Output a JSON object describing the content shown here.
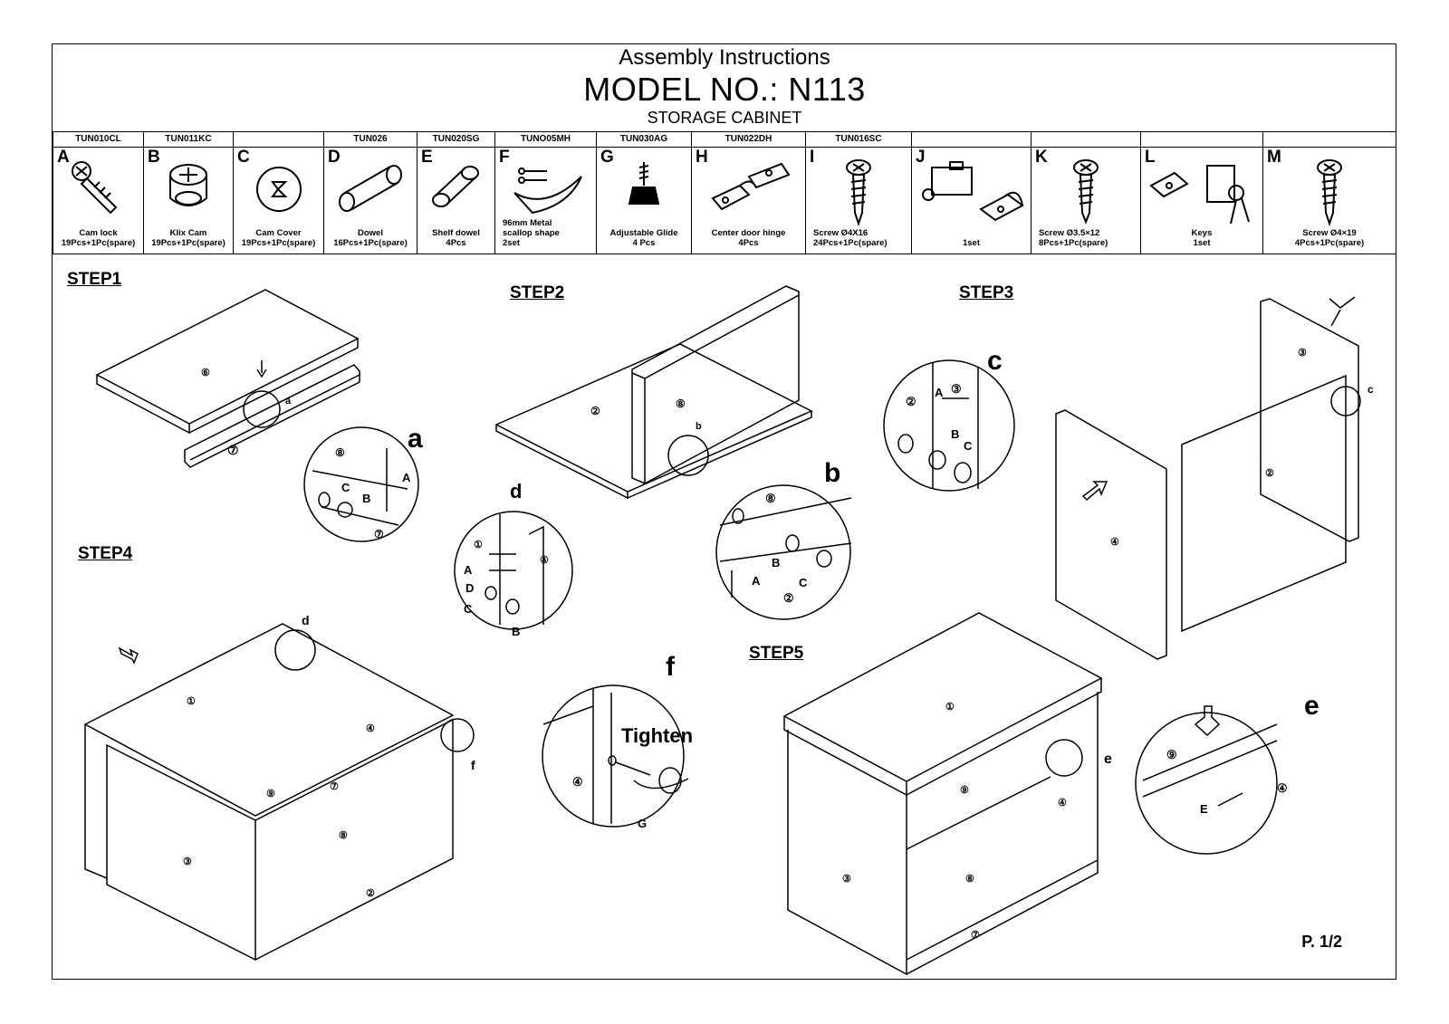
{
  "header": {
    "line1": "Assembly Instructions",
    "line2": "MODEL NO.: N113",
    "line3": "STORAGE CABINET"
  },
  "parts": [
    {
      "code": "TUN010CL",
      "letter": "A",
      "desc": "Cam lock\n19Pcs+1Pc(spare)",
      "icon": "cam-lock-icon"
    },
    {
      "code": "TUN011KC",
      "letter": "B",
      "desc": "Klix Cam\n19Pcs+1Pc(spare)",
      "icon": "klix-cam-icon"
    },
    {
      "code": "",
      "letter": "C",
      "desc": "Cam Cover\n19Pcs+1Pc(spare)",
      "icon": "cam-cover-icon"
    },
    {
      "code": "TUN026",
      "letter": "D",
      "desc": "Dowel\n16Pcs+1Pc(spare)",
      "icon": "dowel-icon"
    },
    {
      "code": "TUN020SG",
      "letter": "E",
      "desc": "Shelf dowel\n4Pcs",
      "icon": "shelf-dowel-icon"
    },
    {
      "code": "TUNO05MH",
      "letter": "F",
      "desc": "96mm Metal\nscallop shape\n2set",
      "icon": "handle-icon"
    },
    {
      "code": "TUN030AG",
      "letter": "G",
      "desc": "Adjustable Glide\n4 Pcs",
      "icon": "glide-icon"
    },
    {
      "code": "TUN022DH",
      "letter": "H",
      "desc": "Center door hinge\n4Pcs",
      "icon": "hinge-icon"
    },
    {
      "code": "TUN016SC",
      "letter": "I",
      "desc": "Screw Ø4X16\n24Pcs+1Pc(spare)",
      "icon": "screw-icon"
    },
    {
      "code": "",
      "letter": "J",
      "desc": "1set",
      "icon": "latch-icon"
    },
    {
      "code": "",
      "letter": "K",
      "desc": "Screw Ø3.5×12\n8Pcs+1Pc(spare)",
      "icon": "screw-icon"
    },
    {
      "code": "",
      "letter": "L",
      "desc": "Keys\n1set",
      "icon": "lock-keys-icon"
    },
    {
      "code": "",
      "letter": "M",
      "desc": "Screw Ø4×19\n4Pcs+1Pc(spare)",
      "icon": "screw-icon"
    }
  ],
  "steps": {
    "s1": "STEP1",
    "s2": "STEP2",
    "s3": "STEP3",
    "s4": "STEP4",
    "s5": "STEP5"
  },
  "callouts": {
    "a": "a",
    "b": "b",
    "c": "c",
    "d": "d",
    "e": "e",
    "f": "f",
    "tighten": "Tighten"
  },
  "footer": {
    "page": "P. 1/2"
  }
}
